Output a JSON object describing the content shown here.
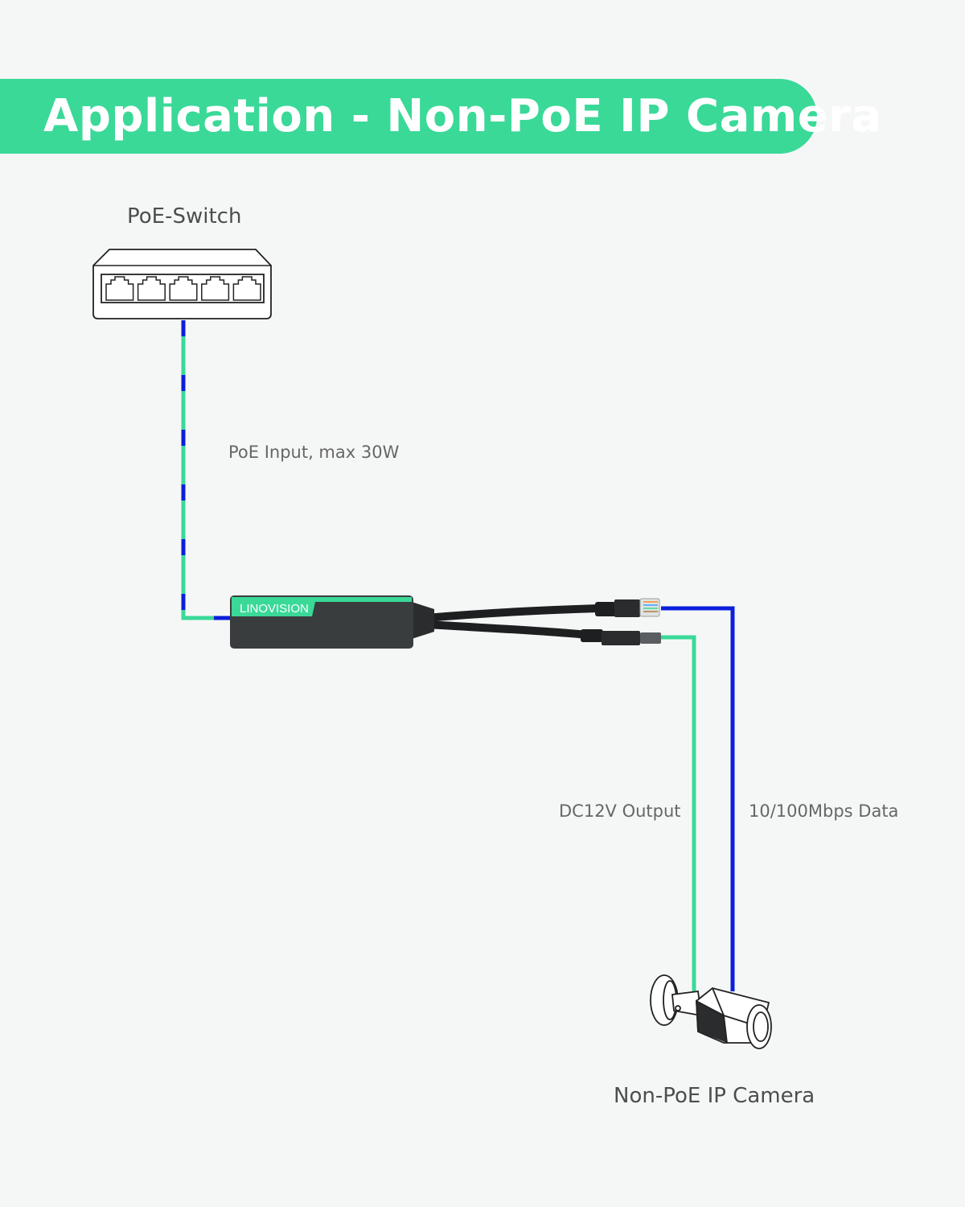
{
  "title": "Application - Non-PoE IP Camera",
  "nodes": {
    "switch": {
      "label": "PoE-Switch",
      "port_count": 5
    },
    "splitter": {
      "brand": "LINOVISION"
    },
    "camera": {
      "label": "Non-PoE IP Camera"
    }
  },
  "links": {
    "poe_input": {
      "label": "PoE Input, max 30W"
    },
    "dc_output": {
      "label": "DC12V Output"
    },
    "data": {
      "label": "10/100Mbps Data"
    }
  },
  "colors": {
    "accent_green": "#3ad998",
    "data_blue": "#0a1fdc",
    "device_dark": "#3a3d3e"
  }
}
